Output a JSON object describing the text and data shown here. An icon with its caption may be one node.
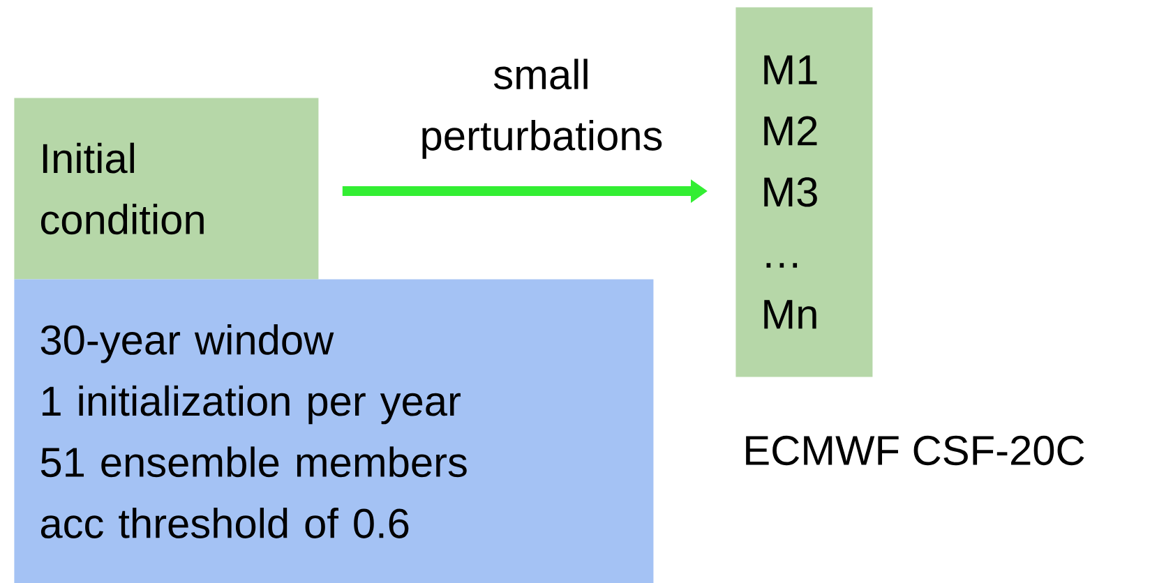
{
  "diagram": {
    "nodes": [
      {
        "text": [
          "Initial condition"
        ]
      },
      {
        "text": [
          "30-year window",
          "1 initialization per year",
          "51 ensemble members",
          "acc threshold of 0.6"
        ]
      },
      {
        "text": [
          "M1",
          "M2",
          "M3",
          "…",
          "Mn"
        ]
      }
    ],
    "edges": [
      {
        "from": 0,
        "to": 2,
        "arrow": "to",
        "label": "small perturbations",
        "color": "#33ee33"
      }
    ],
    "labels": [
      "ECMWF CSF-20C"
    ]
  }
}
